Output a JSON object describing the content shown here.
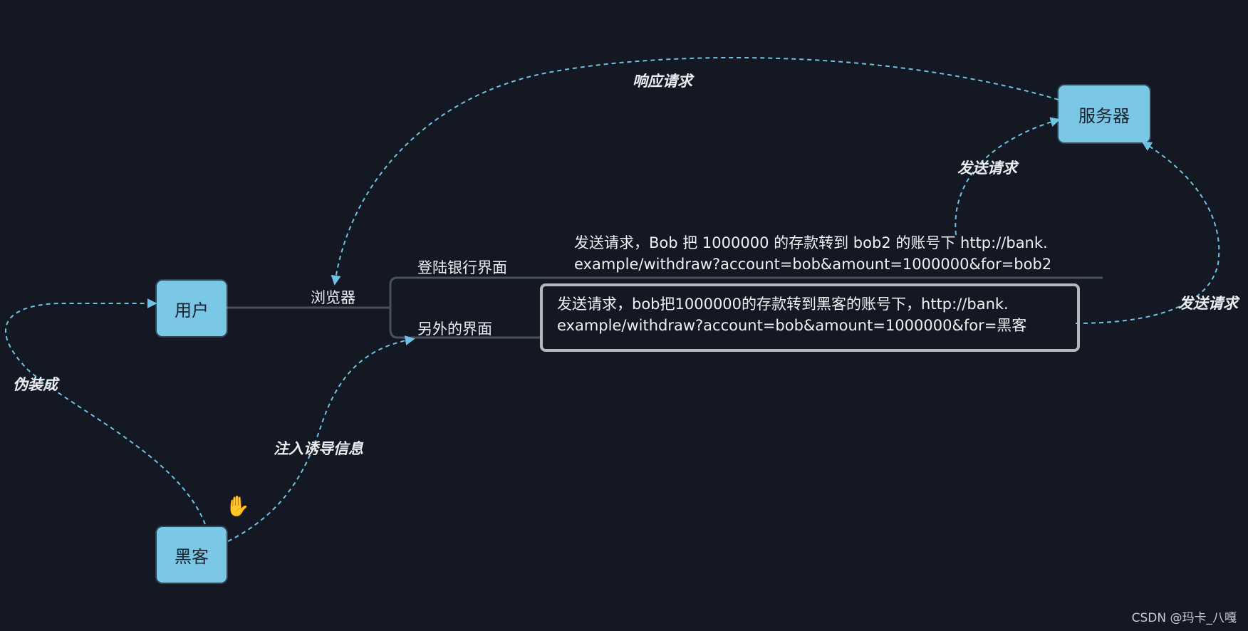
{
  "nodes": {
    "user": "用户",
    "hacker": "黑客",
    "server": "服务器"
  },
  "edges": {
    "respond_request": "响应请求",
    "send_request_top": "发送请求",
    "send_request_right": "发送请求",
    "disguise_as": "伪装成",
    "inject_lure": "注入诱导信息"
  },
  "tree": {
    "browser": "浏览器",
    "login_bank_page": "登陆银行界面",
    "other_page": "另外的界面"
  },
  "descriptions": {
    "legit_line1": "发送请求，Bob 把 1000000 的存款转到 bob2 的账号下 http://bank.",
    "legit_line2": "example/withdraw?account=bob&amount=1000000&for=bob2",
    "attack_line1": "发送请求，bob把1000000的存款转到黑客的账号下，http://bank.",
    "attack_line2": "example/withdraw?account=bob&amount=1000000&for=黑客"
  },
  "colors": {
    "background": "#141823",
    "node_fill": "#7ac7e6",
    "dashed_edge": "#6cc3e3",
    "tree_line": "#4a5060",
    "highlight_border": "#b5b7bb"
  },
  "icons": {
    "cursor": "hand-cursor-icon"
  },
  "watermark": "CSDN @玛卡_八嘎"
}
